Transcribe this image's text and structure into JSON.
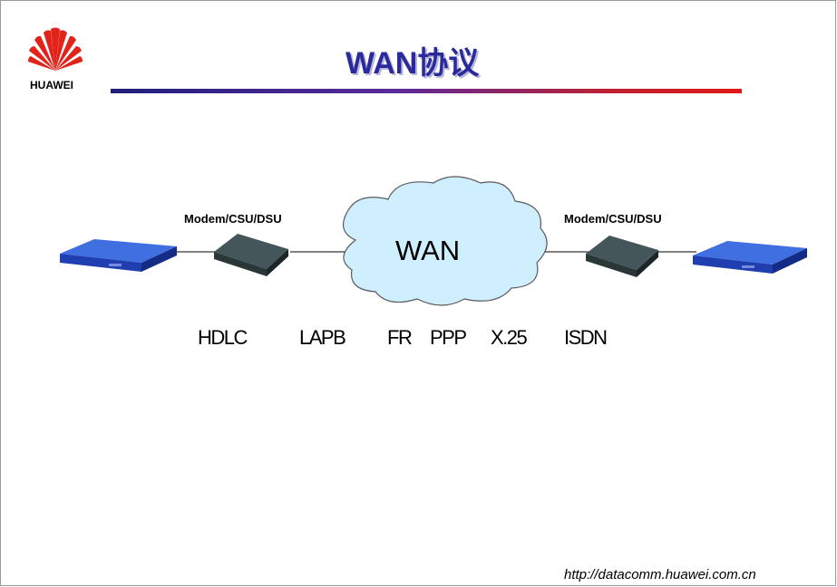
{
  "header": {
    "logo_text": "HUAWEI",
    "title": "WAN协议"
  },
  "diagram": {
    "left_device_label": "Modem/CSU/DSU",
    "right_device_label": "Modem/CSU/DSU",
    "cloud_label": "WAN"
  },
  "protocols": [
    "HDLC",
    "LAPB",
    "FR",
    "PPP",
    "X.25",
    "ISDN"
  ],
  "footer": {
    "url": "http://datacomm.huawei.com.cn"
  },
  "colors": {
    "title": "#2a2a9c",
    "logo_red": "#e2231a",
    "router_blue": "#1e3fb0",
    "cloud_fill": "#cfeefe"
  },
  "icons": [
    "huawei-logo-icon",
    "router-icon",
    "modem-icon",
    "cloud-icon"
  ]
}
